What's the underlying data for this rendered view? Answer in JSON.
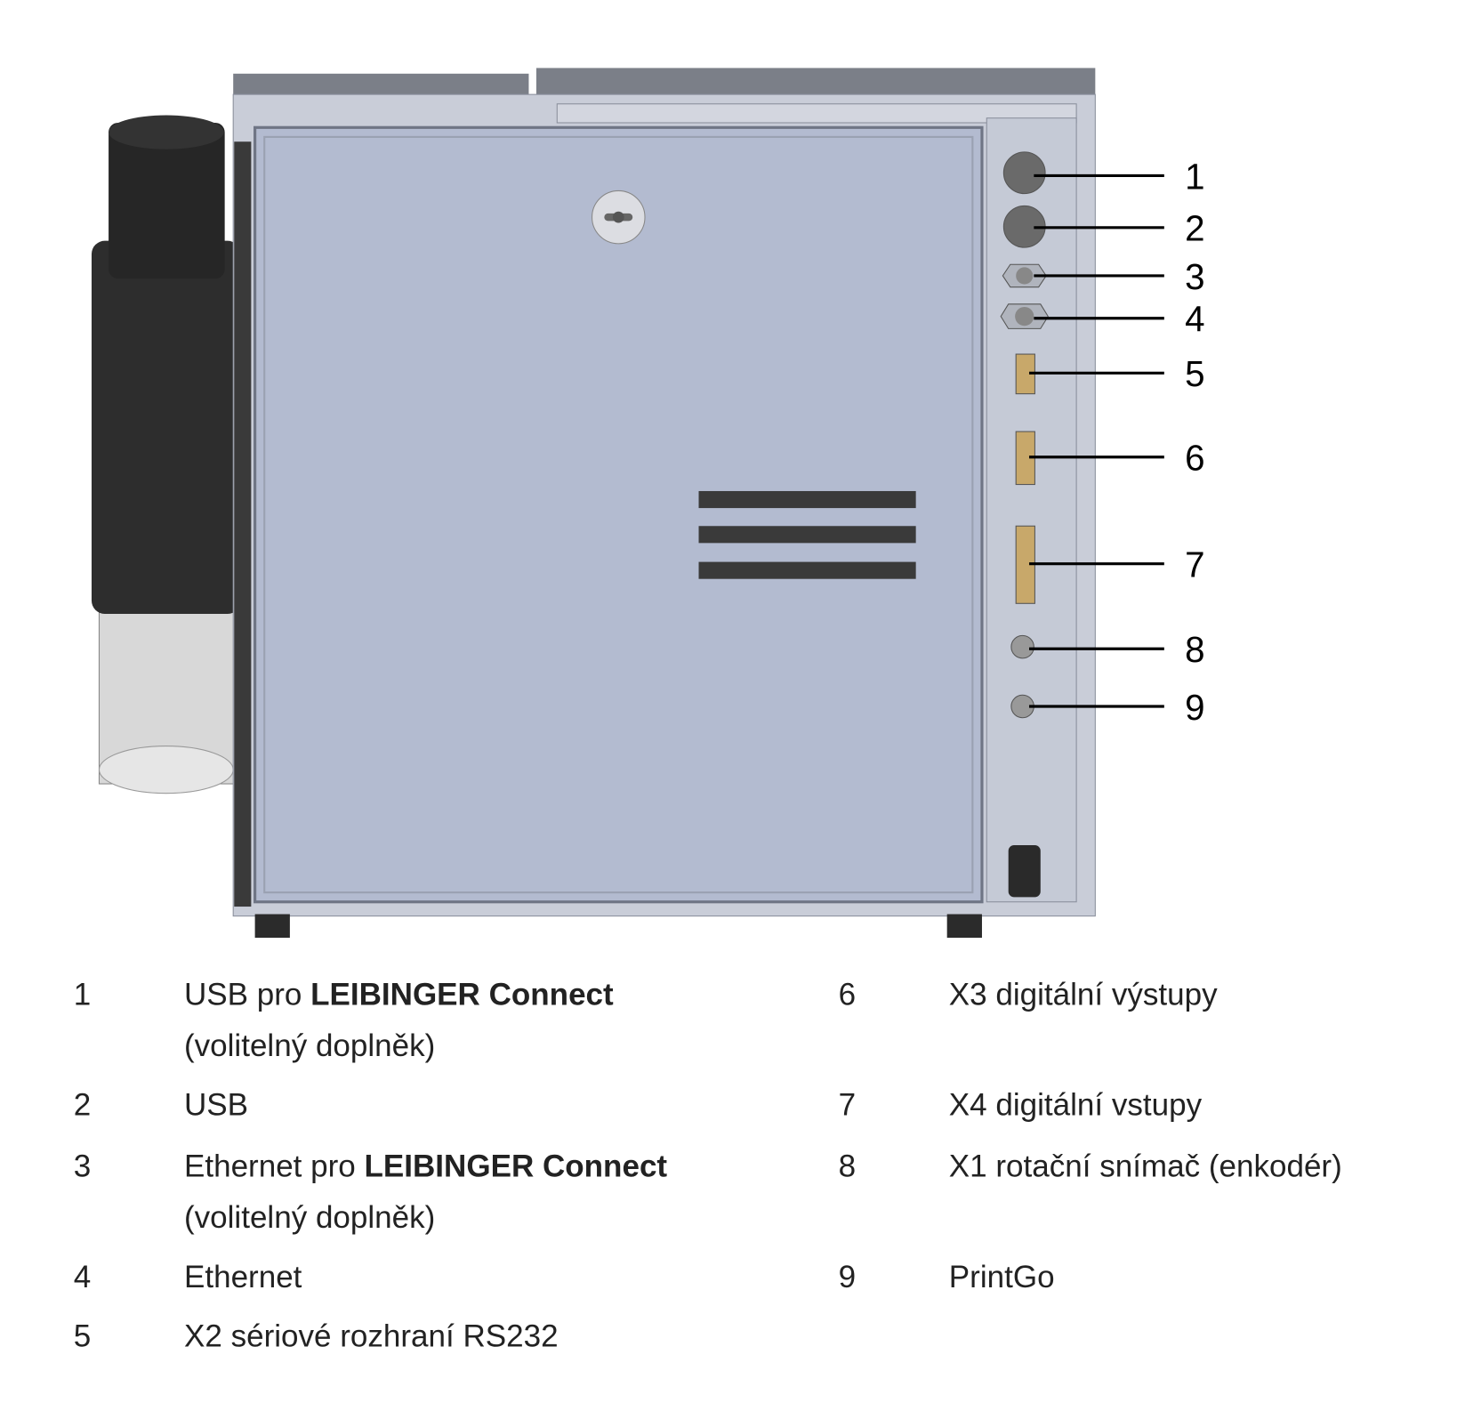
{
  "callouts": [
    "1",
    "2",
    "3",
    "4",
    "5",
    "6",
    "7",
    "8",
    "9"
  ],
  "legend": [
    {
      "num": "1",
      "text": "USB pro ",
      "bold": "LEIBINGER Connect",
      "line2": "(volitelný doplněk)"
    },
    {
      "num": "2",
      "text": "USB"
    },
    {
      "num": "3",
      "text": "Ethernet pro ",
      "bold": "LEIBINGER Connect",
      "line2": "(volitelný doplněk)"
    },
    {
      "num": "4",
      "text": "Ethernet"
    },
    {
      "num": "5",
      "text": "X2 sériové rozhraní RS232"
    },
    {
      "num": "6",
      "text": "X3 digitální výstupy"
    },
    {
      "num": "7",
      "text": "X4 digitální vstupy"
    },
    {
      "num": "8",
      "text": "X1 rotační snímač (enkodér)"
    },
    {
      "num": "9",
      "text": "PrintGo"
    }
  ],
  "colors": {
    "housing": "#c9cdd8",
    "door": "#b3bbd0",
    "top": "#7b7f88",
    "dark": "#2b2b2b"
  }
}
